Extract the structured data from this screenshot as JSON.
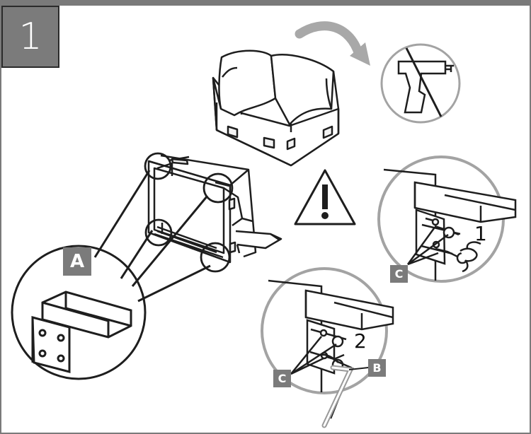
{
  "step": {
    "number": "1"
  },
  "labels": {
    "a": "A",
    "b": "B",
    "c_top": "C",
    "c_bottom": "C",
    "substep_1": "1",
    "substep_2": "2"
  },
  "colors": {
    "border": "#7a7a7a",
    "badge_fill": "#7b7b7b",
    "line": "#1e1e1e",
    "light_fill": "#f4f4f4",
    "mid_fill": "#e8e8e8"
  },
  "icons": [
    "rotate-arrow-icon",
    "no-power-drill-icon",
    "warning-triangle-icon",
    "allen-key-icon"
  ]
}
